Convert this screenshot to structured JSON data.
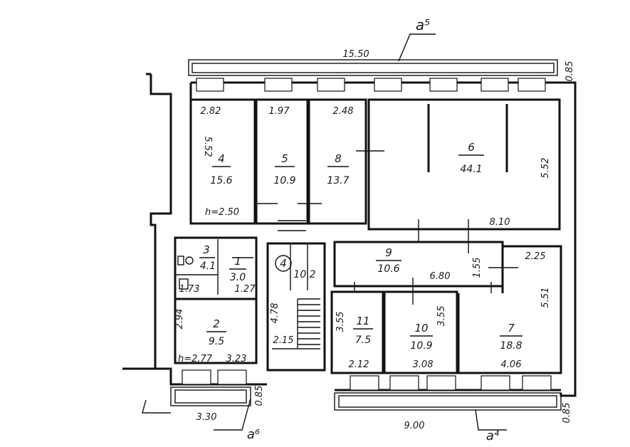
{
  "rooms": [
    {
      "num": "4",
      "area": "15.6"
    },
    {
      "num": "5",
      "area": "10.9"
    },
    {
      "num": "8",
      "area": "13.7"
    },
    {
      "num": "6",
      "area": "44.1"
    },
    {
      "num": "3",
      "area": "4.1"
    },
    {
      "num": "1",
      "area": "3.0"
    },
    {
      "num": "4",
      "area": "10.2"
    },
    {
      "num": "9",
      "area": "10.6"
    },
    {
      "num": "2",
      "area": "9.5"
    },
    {
      "num": "11",
      "area": "7.5"
    },
    {
      "num": "10",
      "area": "10.9"
    },
    {
      "num": "7",
      "area": "18.8"
    }
  ],
  "dimensions": {
    "top_overall": "15.50",
    "balcony_depth_top": "0.85",
    "r4_width": "2.82",
    "r5_width": "1.97",
    "r8_width": "2.48",
    "r4_length": "5.52",
    "r6_length": "5.52",
    "ceiling_height_upper": "h=2.50",
    "r6_width": "8.10",
    "r3_width": "1.73",
    "r1_width": "1.27",
    "r9_length": "6.80",
    "r9_width": "1.55",
    "r7_width": "2.25",
    "r7_length": "5.51",
    "r2_length": "2.94",
    "stair_length": "4.78",
    "stair_width": "2.15",
    "r11_length": "3.55",
    "r10_length": "3.55",
    "ceiling_height_lower": "h=2.77",
    "r2_width": "3.23",
    "r11_width": "2.12",
    "r10_width": "3.08",
    "r7_bottom_width": "4.06",
    "balcony_left_width": "3.30",
    "balcony_left_depth": "0.85",
    "balcony_right_width": "9.00",
    "balcony_right_depth": "0.85"
  },
  "callouts": {
    "top": "a⁵",
    "bottom_left": "a⁶",
    "bottom_right": "a⁴"
  }
}
